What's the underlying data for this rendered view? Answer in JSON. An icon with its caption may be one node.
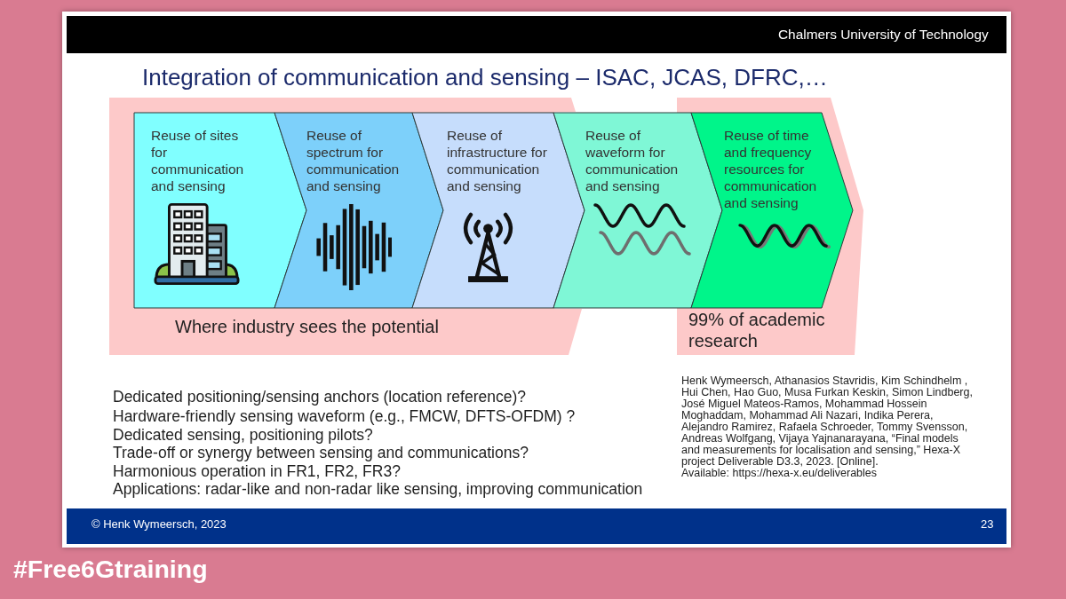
{
  "diagram": {
    "title": "Integration of communication and sensing – ISAC, JCAS, DFRC,…",
    "nodes": [
      {
        "text": [
          "Where industry sees the potential"
        ]
      },
      {
        "text": [
          "Reuse of sites for communication and sensing"
        ],
        "in": 0
      },
      {
        "text": [
          "Reuse of spectrum for communication and sensing"
        ],
        "in": 0
      },
      {
        "text": [
          "Reuse of infrastructure for communication and sensing"
        ],
        "in": 0
      },
      {
        "text": [
          "Reuse of waveform for communication and sensing"
        ]
      },
      {
        "text": [
          "99% of academic research"
        ]
      },
      {
        "text": [
          "Reuse of time and frequency resources for communication and sensing"
        ],
        "in": 5
      }
    ],
    "labels": [
      "Chalmers University of Technology",
      "Dedicated positioning/sensing anchors (location reference)?",
      "Hardware-friendly sensing waveform (e.g., FMCW, DFTS-OFDM) ?",
      "Dedicated sensing, positioning pilots?",
      "Trade-off or synergy between sensing and communications?",
      "Harmonious operation in FR1, FR2, FR3?",
      "Applications: radar-like and non-radar like sensing, improving communication",
      "Henk Wymeersch, Athanasios Stavridis, Kim Schindhelm , Hui Chen, Hao Guo, Musa Furkan Keskin, Simon Lindberg, José Miguel Mateos-Ramos, Mohammad Hossein Moghaddam, Mohammad Ali Nazari, Indika Perera, Alejandro Ramirez, Rafaela Schroeder, Tommy Svensson, Andreas Wolfgang, Vijaya Yajnanarayana, “Final models and measurements for localisation and sensing,” Hexa-X project Deliverable D3.3, 2023. [Online].",
      "Available: https://hexa-x.eu/deliverables",
      "© Henk Wymeersch, 2023",
      "23",
      "#Free6Gtraining"
    ]
  }
}
